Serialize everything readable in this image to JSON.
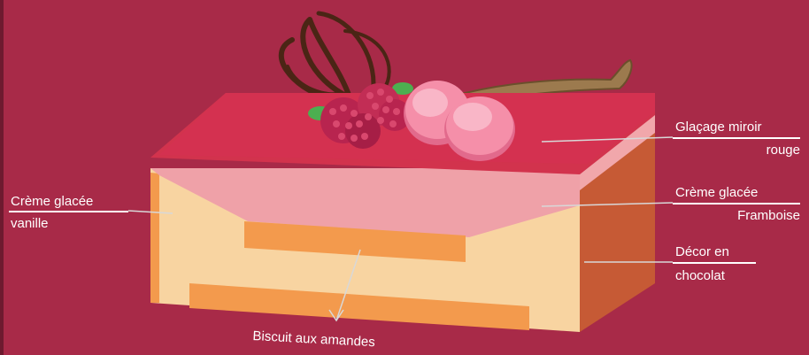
{
  "labels": {
    "glacage_line1": "Glaçage miroir",
    "glacage_line2": "rouge",
    "creme_vanille_line1": "Crème glacée",
    "creme_vanille_line2": "vanille",
    "creme_framboise_line1": "Crème glacée",
    "creme_framboise_line2": "Framboise",
    "decor_line1": "Décor en",
    "decor_line2": "chocolat",
    "biscuit": "Biscuit aux amandes"
  },
  "colors": {
    "background": "#a82a48",
    "glaze_top": "#d2334d",
    "glaze_front": "#e8435a",
    "raspberry_layer": "#efa1a8",
    "vanilla_cream": "#f8d4a1",
    "biscuit": "#f39a4d",
    "side_chocolate": "#c65a35",
    "side_dark": "#b64a2c",
    "raspberry": "#b8244f",
    "macaron": "#f58fa9",
    "chocolate": "#4a2515",
    "vanilla_pod": "#9c7a4e",
    "mint": "#4caf50"
  },
  "icons": {
    "fruit": "raspberry-icon",
    "macaron": "macaron-icon",
    "chocolate": "chocolate-swirl-icon",
    "pod": "vanilla-pod-icon"
  }
}
